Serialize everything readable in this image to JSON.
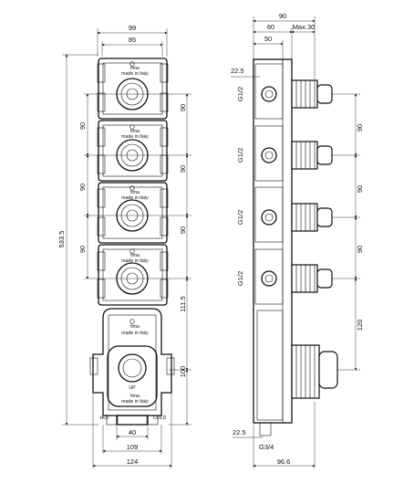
{
  "front_view": {
    "top_width_outer": "99",
    "top_width_inner": "85",
    "total_height": "533.5",
    "pitch_left": [
      "90",
      "90",
      "90"
    ],
    "pitch_right": [
      "90",
      "90",
      "90"
    ],
    "pitch_to_lower": "111.5",
    "lower_box_height": "100",
    "bottom_inner": "40",
    "bottom_mid": "109",
    "bottom_total": "124",
    "brand_label": "fima",
    "made_label": "made in Italy",
    "up_label": "UP",
    "hot_label": "HOT",
    "cold_label": "COLD"
  },
  "side_view": {
    "top_total": "90",
    "top_body": "60",
    "top_max": "Max.30",
    "top_inner": "50",
    "inlet_offset_top": "22.5",
    "thread_label": "G1/2",
    "pitch": [
      "90",
      "90",
      "90"
    ],
    "pitch_lower": "120",
    "inlet_offset_bottom": "22.5",
    "bottom_thread": "G3/4",
    "bottom_total": "96.6"
  }
}
